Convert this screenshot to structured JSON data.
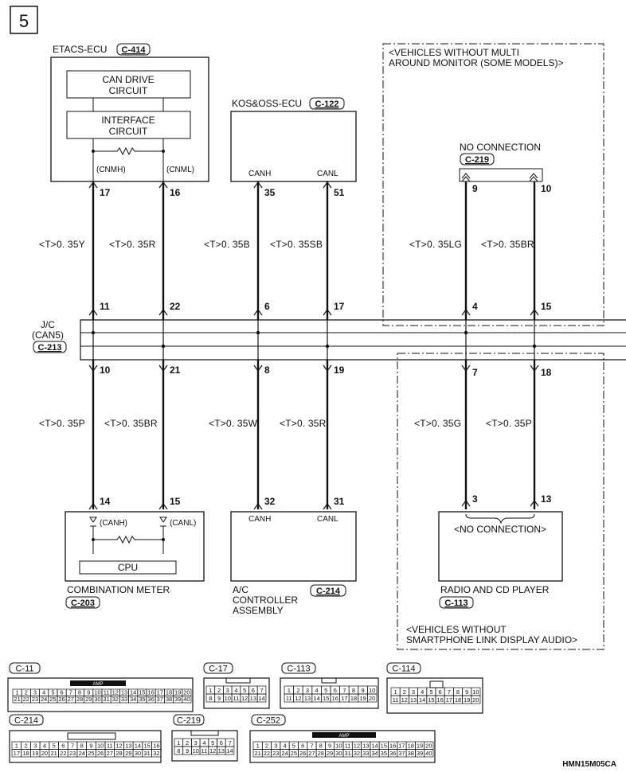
{
  "page_number": "5",
  "etacs": {
    "title": "ETACS-ECU",
    "connector": "C-414",
    "can_drive": [
      "CAN DRIVE",
      "CIRCUIT"
    ],
    "interface": [
      "INTERFACE",
      "CIRCUIT"
    ],
    "cnmh": "(CNMH)",
    "cnml": "(CNML)"
  },
  "kos": {
    "title": "KOS&OSS-ECU",
    "connector": "C-122",
    "canh": "CANH",
    "canl": "CANL"
  },
  "multi_monitor": {
    "line1": "<VEHICLES WITHOUT MULTI",
    "line2": "AROUND MONITOR (SOME MODELS)>"
  },
  "no_connection_top": {
    "label": "NO CONNECTION",
    "connector": "C-219"
  },
  "jc": {
    "line1": "J/C",
    "line2": "(CAN5)",
    "connector": "C-213"
  },
  "combo": {
    "title": "COMBINATION METER",
    "connector": "C-203",
    "canh": "(CANH)",
    "canl": "(CANL)",
    "cpu": "CPU"
  },
  "ac": {
    "line1": "A/C",
    "line2": "CONTROLLER",
    "line3": "ASSEMBLY",
    "connector": "C-214",
    "canh": "CANH",
    "canl": "CANL"
  },
  "radio": {
    "title": "RADIO AND CD PLAYER",
    "connector": "C-113",
    "no_conn": "<NO CONNECTION>"
  },
  "smartphone": {
    "line1": "<VEHICLES WITHOUT",
    "line2": "SMARTPHONE LINK DISPLAY AUDIO>"
  },
  "pins": {
    "etacs_h": "17",
    "etacs_l": "16",
    "kos_h": "35",
    "kos_l": "51",
    "nc_h": "9",
    "nc_l": "10",
    "jc_top": [
      "11",
      "22",
      "6",
      "17",
      "4",
      "15"
    ],
    "jc_bot": [
      "10",
      "21",
      "8",
      "19",
      "7",
      "18"
    ],
    "combo_h": "14",
    "combo_l": "15",
    "ac_h": "32",
    "ac_l": "31",
    "radio_h": "3",
    "radio_l": "13"
  },
  "wires_top": [
    "<T>0. 35Y",
    "<T>0. 35R",
    "<T>0. 35B",
    "<T>0. 35SB",
    "<T>0. 35LG",
    "<T>0. 35BR"
  ],
  "wires_bot": [
    "<T>0. 35P",
    "<T>0. 35BR",
    "<T>0. 35W",
    "<T>0. 35R",
    "<T>0. 35G",
    "<T>0. 35P"
  ],
  "connectors": {
    "c11": {
      "id": "C-11",
      "amp": "AMP",
      "row1": [
        "1",
        "2",
        "3",
        "4",
        "5",
        "6",
        "7",
        "8",
        "9",
        "10",
        "11",
        "12",
        "13",
        "14",
        "15",
        "16",
        "17",
        "18",
        "19",
        "20"
      ],
      "row2": [
        "21",
        "22",
        "23",
        "24",
        "25",
        "26",
        "27",
        "28",
        "29",
        "30",
        "31",
        "32",
        "33",
        "34",
        "35",
        "36",
        "37",
        "38",
        "39",
        "40"
      ]
    },
    "c17": {
      "id": "C-17",
      "row1": [
        "1",
        "2",
        "3",
        "4",
        "5",
        "6",
        "7"
      ],
      "row2": [
        "8",
        "9",
        "10",
        "11",
        "12",
        "13",
        "14"
      ]
    },
    "c113": {
      "id": "C-113",
      "row1": [
        "1",
        "2",
        "3",
        "4",
        "5",
        "6",
        "7",
        "8",
        "9",
        "10"
      ],
      "row2": [
        "11",
        "12",
        "13",
        "14",
        "15",
        "16",
        "17",
        "18",
        "19",
        "20"
      ]
    },
    "c114": {
      "id": "C-114",
      "row1": [
        "1",
        "2",
        "3",
        "4",
        "5",
        "6",
        "7",
        "8",
        "9",
        "10"
      ],
      "row2": [
        "11",
        "12",
        "13",
        "14",
        "15",
        "16",
        "17",
        "18",
        "19",
        "20"
      ]
    },
    "c214": {
      "id": "C-214",
      "row1": [
        "1",
        "2",
        "3",
        "4",
        "5",
        "6",
        "7",
        "8",
        "9",
        "10",
        "11",
        "12",
        "13",
        "14",
        "15",
        "16"
      ],
      "row2": [
        "17",
        "18",
        "19",
        "20",
        "21",
        "22",
        "23",
        "24",
        "25",
        "26",
        "27",
        "28",
        "29",
        "30",
        "31",
        "32"
      ]
    },
    "c219": {
      "id": "C-219",
      "row1": [
        "1",
        "2",
        "3",
        "4",
        "5",
        "6",
        "7"
      ],
      "row2": [
        "8",
        "9",
        "10",
        "11",
        "12",
        "13",
        "14"
      ]
    },
    "c252": {
      "id": "C-252",
      "amp": "AMP",
      "row1": [
        "1",
        "2",
        "3",
        "4",
        "5",
        "6",
        "7",
        "8",
        "9",
        "10",
        "11",
        "12",
        "13",
        "14",
        "15",
        "16",
        "17",
        "18",
        "19",
        "20"
      ],
      "row2": [
        "21",
        "22",
        "23",
        "24",
        "25",
        "26",
        "27",
        "28",
        "29",
        "30",
        "31",
        "32",
        "33",
        "34",
        "35",
        "36",
        "37",
        "38",
        "39",
        "40"
      ]
    }
  },
  "footer_code": "HMN15M05CA"
}
